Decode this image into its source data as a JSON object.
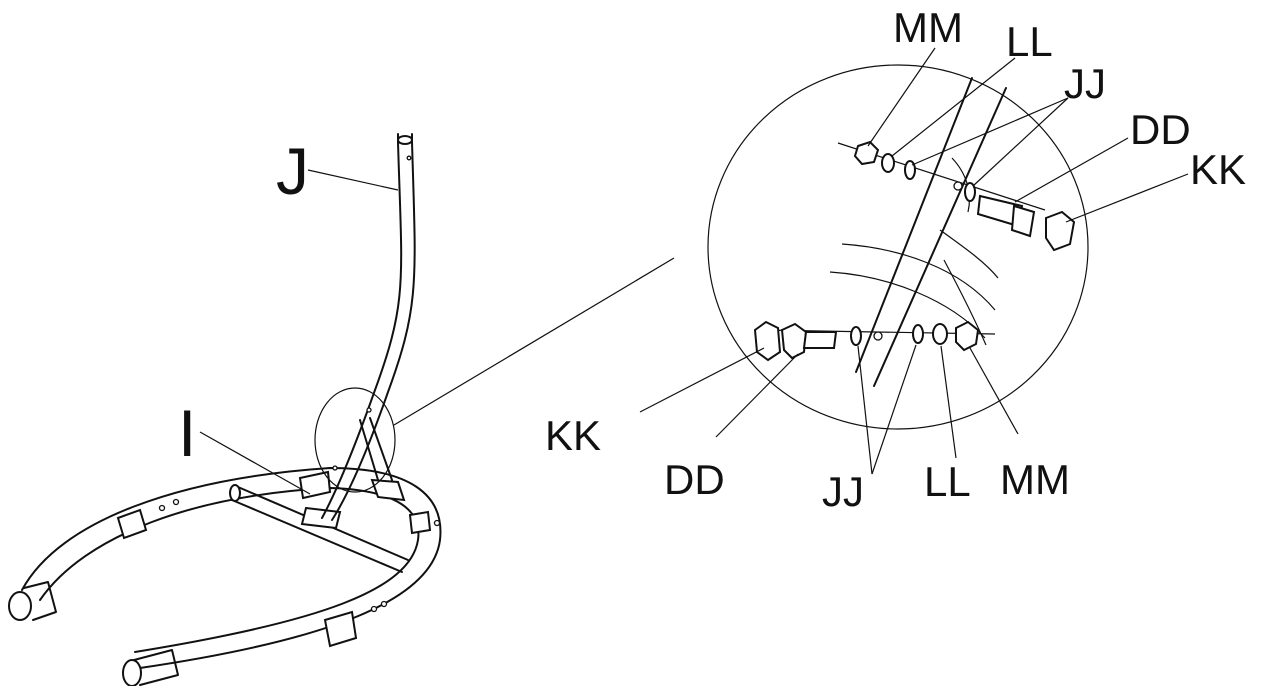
{
  "labels": {
    "J": "J",
    "I": "I",
    "MM_top": "MM",
    "LL_top": "LL",
    "JJ_top": "JJ",
    "DD_top": "DD",
    "KK_top": "KK",
    "KK_bottom": "KK",
    "DD_bottom": "DD",
    "JJ_bottom": "JJ",
    "LL_bottom": "LL",
    "MM_bottom": "MM"
  },
  "colors": {
    "line": "#111111",
    "background": "#ffffff"
  }
}
